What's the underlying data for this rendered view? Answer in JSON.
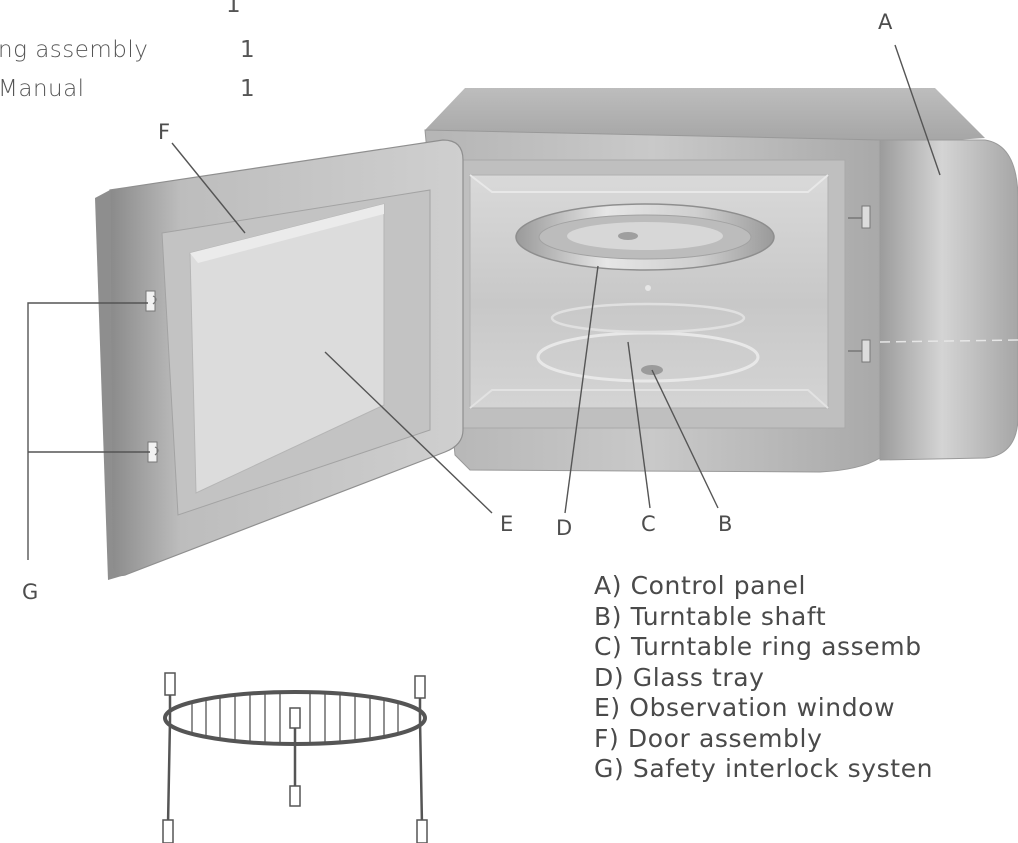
{
  "parts_list": [
    {
      "name": "",
      "qty": "1"
    },
    {
      "name": "ng assembly",
      "qty": "1"
    },
    {
      "name": "Manual",
      "qty": "1"
    }
  ],
  "callouts": {
    "A": "A",
    "B": "B",
    "C": "C",
    "D": "D",
    "E": "E",
    "F": "F",
    "G": "G"
  },
  "legend": [
    "A) Control panel",
    "B) Turntable shaft",
    "C) Turntable ring assemb",
    "D) Glass tray",
    "E) Observation window",
    "F) Door assembly",
    "G) Safety interlock systen"
  ]
}
